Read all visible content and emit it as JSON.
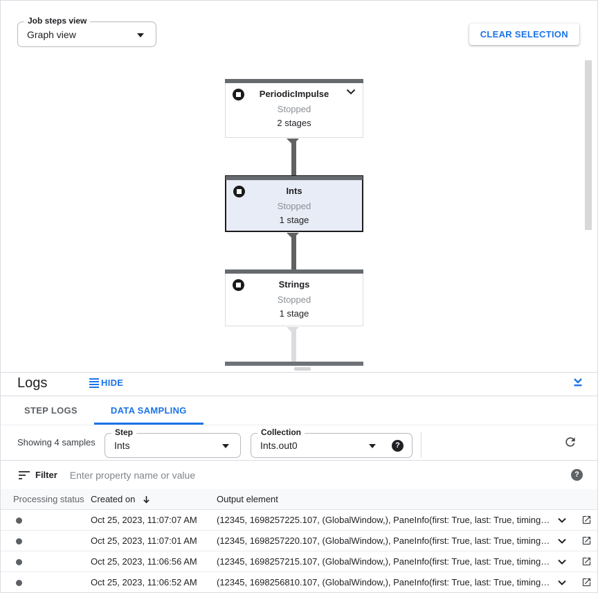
{
  "toolbar": {
    "job_steps_view": {
      "label": "Job steps view",
      "value": "Graph view"
    },
    "clear_selection_label": "CLEAR SELECTION"
  },
  "graph": {
    "nodes": [
      {
        "title": "PeriodicImpulse",
        "status": "Stopped",
        "stages": "2 stages",
        "selected": false,
        "expandable": true
      },
      {
        "title": "Ints",
        "status": "Stopped",
        "stages": "1 stage",
        "selected": true,
        "expandable": false
      },
      {
        "title": "Strings",
        "status": "Stopped",
        "stages": "1 stage",
        "selected": false,
        "expandable": false
      }
    ]
  },
  "logs": {
    "title": "Logs",
    "hide_label": "HIDE",
    "tabs": [
      {
        "label": "STEP LOGS",
        "active": false
      },
      {
        "label": "DATA SAMPLING",
        "active": true
      }
    ],
    "sampling": {
      "showing": "Showing 4 samples",
      "step_label": "Step",
      "step_value": "Ints",
      "collection_label": "Collection",
      "collection_value": "Ints.out0",
      "help_glyph": "?"
    },
    "filter": {
      "label": "Filter",
      "placeholder": "Enter property name or value",
      "help_glyph": "?"
    },
    "table": {
      "headers": [
        "Processing status",
        "Created on",
        "Output element"
      ],
      "sort_column": "Created on",
      "sort_direction": "desc",
      "rows": [
        {
          "created_on": "Oct 25, 2023, 11:07:07 AM",
          "output_element": "(12345, 1698257225.107, (GlobalWindow,), PaneInfo(first: True, last: True, timing…"
        },
        {
          "created_on": "Oct 25, 2023, 11:07:01 AM",
          "output_element": "(12345, 1698257220.107, (GlobalWindow,), PaneInfo(first: True, last: True, timing…"
        },
        {
          "created_on": "Oct 25, 2023, 11:06:56 AM",
          "output_element": "(12345, 1698257215.107, (GlobalWindow,), PaneInfo(first: True, last: True, timing…"
        },
        {
          "created_on": "Oct 25, 2023, 11:06:52 AM",
          "output_element": "(12345, 1698256810.107, (GlobalWindow,), PaneInfo(first: True, last: True, timing…"
        }
      ]
    }
  },
  "colors": {
    "accent_blue": "#1a73e8",
    "node_top_bar": "#666a6e",
    "selected_node_bg": "#e8ecf6",
    "edge_dark": "#616161",
    "edge_light": "#dadce0",
    "secondary_text": "#5f6368",
    "status_stopped_text": "#8a8f94",
    "table_header_bg": "#f8f9fa"
  }
}
